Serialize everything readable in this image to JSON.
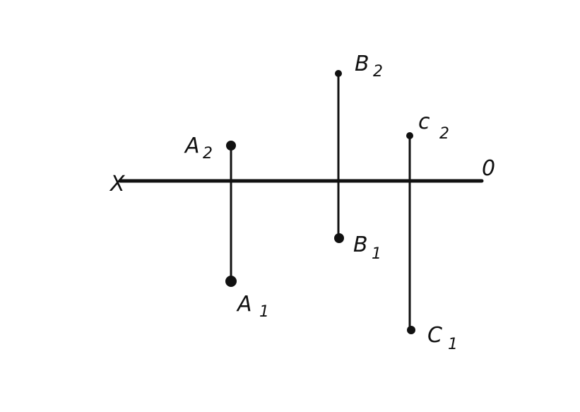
{
  "axis": {
    "left_label": "X",
    "right_label": "0",
    "color": "#111111"
  },
  "points": [
    {
      "id": "A2",
      "letter": "A",
      "index": "2"
    },
    {
      "id": "A1",
      "letter": "A",
      "index": "1"
    },
    {
      "id": "B2",
      "letter": "B",
      "index": "2"
    },
    {
      "id": "B1",
      "letter": "B",
      "index": "1"
    },
    {
      "id": "C2",
      "letter": "c",
      "index": "2"
    },
    {
      "id": "C1",
      "letter": "C",
      "index": "1"
    }
  ],
  "colors": {
    "ink": "#111111",
    "background": "#ffffff"
  }
}
